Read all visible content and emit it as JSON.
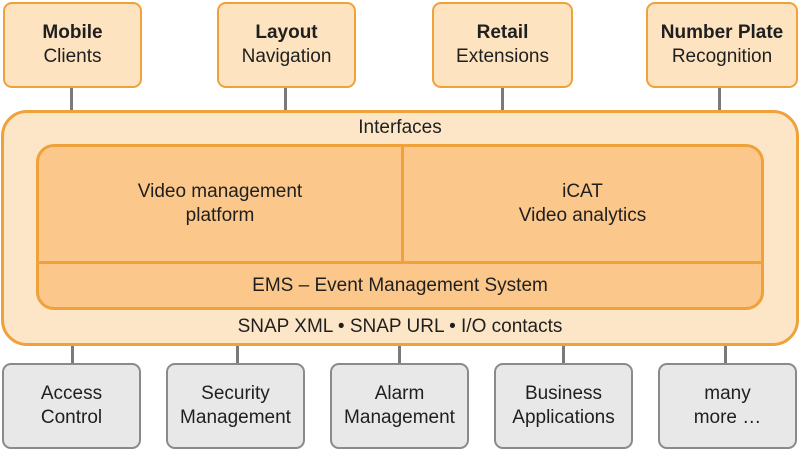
{
  "top_boxes": [
    {
      "bold": "Mobile",
      "sub": "Clients"
    },
    {
      "bold": "Layout",
      "sub": "Navigation"
    },
    {
      "bold": "Retail",
      "sub": "Extensions"
    },
    {
      "bold": "Number Plate",
      "sub": "Recognition"
    }
  ],
  "frame": {
    "interfaces_label": "Interfaces",
    "vmp_line1": "Video management",
    "vmp_line2": "platform",
    "icat_line1": "iCAT",
    "icat_line2": "Video analytics",
    "ems_label": "EMS – Event Management System",
    "protocols_label": "SNAP XML • SNAP URL • I/O contacts"
  },
  "bottom_boxes": [
    {
      "line1": "Access",
      "line2": "Control"
    },
    {
      "line1": "Security",
      "line2": "Management"
    },
    {
      "line1": "Alarm",
      "line2": "Management"
    },
    {
      "line1": "Business",
      "line2": "Applications"
    },
    {
      "line1": "many",
      "line2": "more …"
    }
  ],
  "colors": {
    "orange_border": "#f0a23a",
    "orange_fill_light": "#fde6c8",
    "orange_fill_inner": "#fbc78a",
    "gray_fill": "#e8e8e8",
    "gray_border": "#8a8a8a",
    "connector": "#7a7a7a"
  }
}
